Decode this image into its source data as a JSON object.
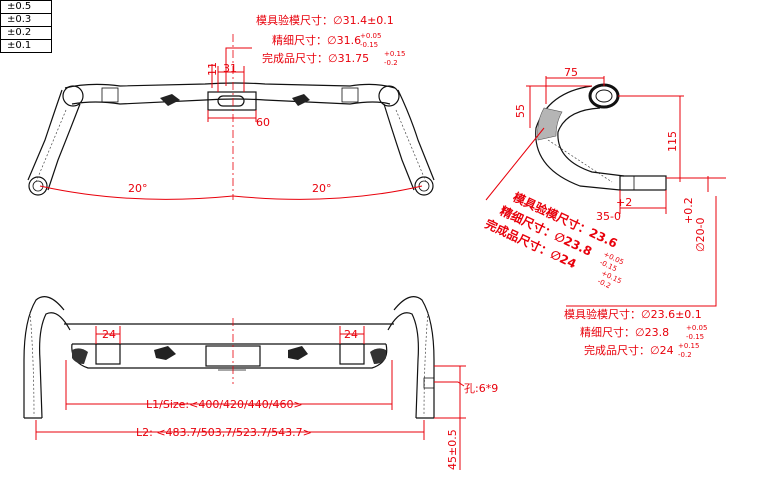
{
  "tolerance_table": [
    "±0.5",
    "±0.3",
    "±0.2",
    "±0.1"
  ],
  "top_view": {
    "mold_check": "模具验模尺寸：∅31.4±0.1",
    "fine_label": "精细尺寸：∅31.6",
    "fine_tol_upper": "+0.05",
    "fine_tol_lower": "-0.15",
    "finished_label": "完成品尺寸：∅31.75",
    "finished_tol_upper": "+0.15",
    "finished_tol_lower": "-0.2",
    "dim_31": "31",
    "dim_11": "11",
    "dim_60": "60",
    "angle_left": "20°",
    "angle_right": "20°"
  },
  "side_view": {
    "dim_75": "75",
    "dim_55": "55",
    "dim_115": "115",
    "dim_plus2": "+2",
    "dim_35": "35-0",
    "dim_dia20": "∅20-0",
    "dim_dia20_tol": "+0.2",
    "rot_mold": "模具验模尺寸：23.6",
    "rot_fine": "精细尺寸：∅23.8",
    "rot_fine_upper": "+0.05",
    "rot_fine_lower": "-0.15",
    "rot_finished": "完成品尺寸：∅24",
    "rot_finished_upper": "+0.15",
    "rot_finished_lower": "-0.2"
  },
  "right_notes": {
    "mold_check": "模具验模尺寸：∅23.6±0.1",
    "fine_label": "精细尺寸：∅23.8",
    "fine_tol_upper": "+0.05",
    "fine_tol_lower": "-0.15",
    "finished_label": "完成品尺寸：∅24",
    "finished_tol_upper": "+0.15",
    "finished_tol_lower": "-0.2"
  },
  "front_view": {
    "dim_24_left": "24",
    "dim_24_right": "24",
    "l1": "L1/Size:<400/420/440/460>",
    "l2": "L2: <483.7/503,7/523.7/543.7>",
    "hole_note": "孔:6*9",
    "drop": "45±0.5"
  }
}
